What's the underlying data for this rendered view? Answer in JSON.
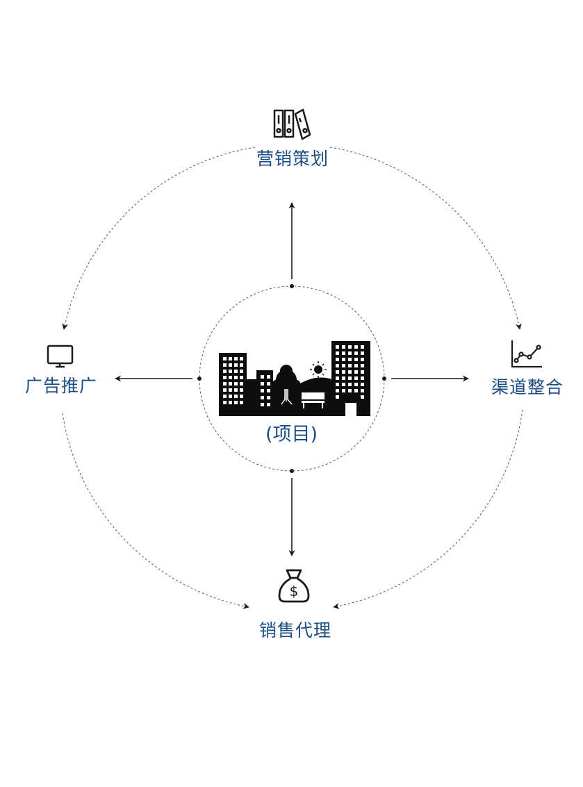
{
  "colors": {
    "label": "#1b4d85",
    "line": "#1a1a1a",
    "dashed": "#555555",
    "icon": "#1a1a1a"
  },
  "center": {
    "label": "(项目)",
    "icon": "city-skyline-icon"
  },
  "nodes": {
    "top": {
      "label": "营销策划",
      "icon": "binders-icon"
    },
    "right": {
      "label": "渠道整合",
      "icon": "line-chart-icon"
    },
    "bottom": {
      "label": "销售代理",
      "icon": "money-bag-icon"
    },
    "left": {
      "label": "广告推广",
      "icon": "monitor-icon"
    }
  }
}
